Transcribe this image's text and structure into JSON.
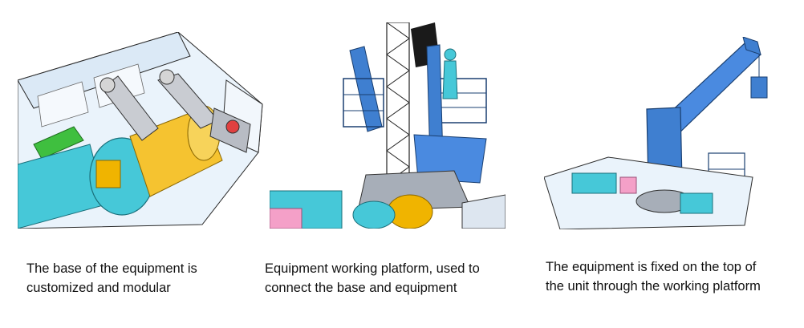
{
  "panels": [
    {
      "image_label": "equipment-base-render",
      "caption": "The base of the equipment is\ncustomized and modular"
    },
    {
      "image_label": "working-platform-render",
      "caption": "Equipment working platform, used to\nconnect the base and equipment"
    },
    {
      "image_label": "crane-on-unit-render",
      "caption": "The equipment is fixed on the top of\nthe unit through the working platform"
    }
  ],
  "colors": {
    "cyan": "#46c8d8",
    "blue": "#3f7fd0",
    "yellow": "#f0b400",
    "pink": "#f4a0c8",
    "green": "#3fbf3f",
    "nacelle": "#e8f2fb",
    "outline": "#2a2a2a"
  }
}
